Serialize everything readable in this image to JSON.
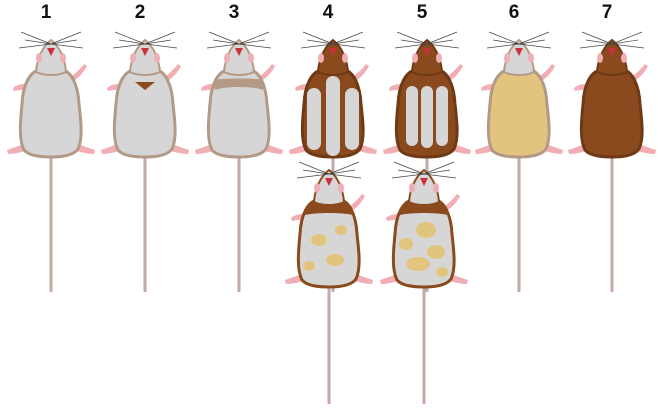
{
  "labels": {
    "m1": "1",
    "m2": "2",
    "m3": "3",
    "m4": "4",
    "m5": "5",
    "m6": "6",
    "m7": "7"
  },
  "colors": {
    "grey_fur": "#d6d6d6",
    "light_brown_outline": "#b39a86",
    "dark_brown": "#8a4a1e",
    "brown_edge": "#6e3a16",
    "cream": "#e3c47f",
    "yellow_spot": "#e2c57c",
    "pink": "#f1aeb4",
    "tail": "#c4a9a6",
    "mouth": "#c8323a",
    "whisker": "#444444"
  },
  "mice": [
    {
      "id": "mouse-1",
      "pattern": "grey"
    },
    {
      "id": "mouse-2",
      "pattern": "grey-dark-chest"
    },
    {
      "id": "mouse-3",
      "pattern": "grey-brown-chest"
    },
    {
      "id": "mouse-4",
      "pattern": "brown-grey-stripes"
    },
    {
      "id": "mouse-5",
      "pattern": "brown-grey-bars"
    },
    {
      "id": "mouse-6",
      "pattern": "cream"
    },
    {
      "id": "mouse-7",
      "pattern": "brown"
    },
    {
      "id": "mouse-4b",
      "pattern": "grey-yellow-spots"
    },
    {
      "id": "mouse-5b",
      "pattern": "grey-yellow-spots-heavy"
    }
  ]
}
